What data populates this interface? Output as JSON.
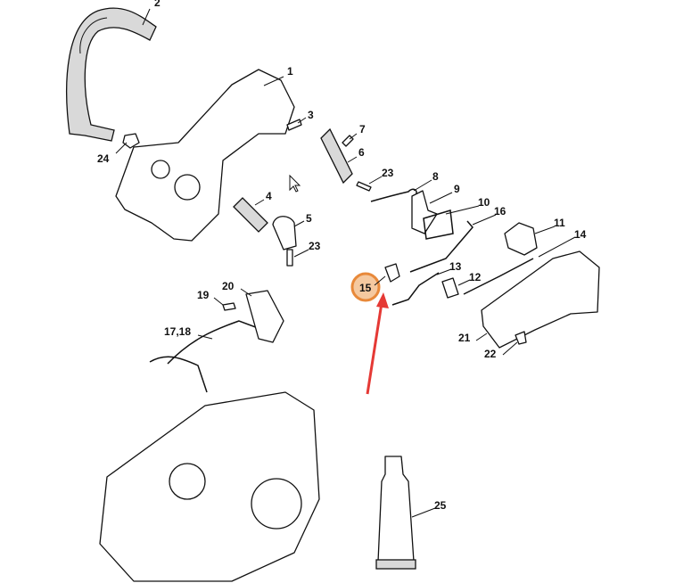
{
  "diagram": {
    "title": "Chainsaw handle & throttle exploded parts diagram",
    "part_labels": [
      "1",
      "2",
      "3",
      "4",
      "5",
      "6",
      "7",
      "8",
      "9",
      "10",
      "11",
      "12",
      "13",
      "14",
      "15",
      "16",
      "17,18",
      "19",
      "20",
      "21",
      "22",
      "23",
      "23",
      "24",
      "25"
    ],
    "highlighted_part": "15",
    "highlight_color": "#f5c9a0",
    "highlight_border": "#e8893a",
    "arrow_color": "#e53935"
  }
}
